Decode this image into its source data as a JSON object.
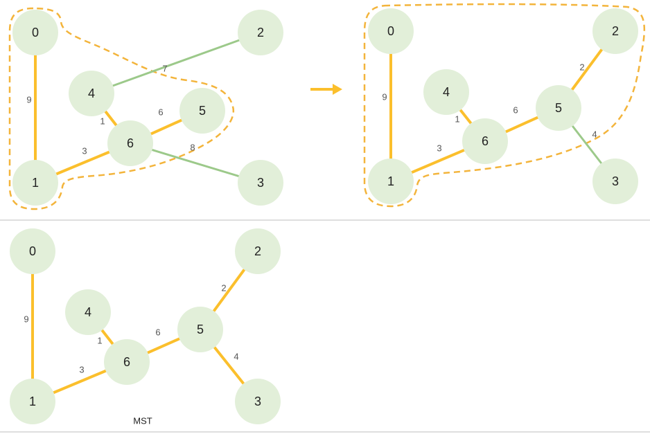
{
  "colors": {
    "node_fill": "#e2efd9",
    "mst_edge": "#fbbf2c",
    "candidate_edge": "#9cc98a",
    "boundary": "#f3b43b",
    "arrow": "#fbbf2c"
  },
  "panels": [
    {
      "id": "step-before",
      "nodes": [
        "0",
        "1",
        "2",
        "3",
        "4",
        "5",
        "6"
      ],
      "edges": [
        {
          "from": "0",
          "to": "1",
          "weight": "9",
          "kind": "mst"
        },
        {
          "from": "1",
          "to": "6",
          "weight": "3",
          "kind": "mst"
        },
        {
          "from": "4",
          "to": "6",
          "weight": "1",
          "kind": "mst"
        },
        {
          "from": "6",
          "to": "5",
          "weight": "6",
          "kind": "mst"
        },
        {
          "from": "4",
          "to": "2",
          "weight": "7",
          "kind": "candidate"
        },
        {
          "from": "6",
          "to": "3",
          "weight": "8",
          "kind": "candidate"
        }
      ],
      "boundary": "dashed",
      "caption": ""
    },
    {
      "id": "step-after",
      "nodes": [
        "0",
        "1",
        "2",
        "3",
        "4",
        "5",
        "6"
      ],
      "edges": [
        {
          "from": "0",
          "to": "1",
          "weight": "9",
          "kind": "mst"
        },
        {
          "from": "1",
          "to": "6",
          "weight": "3",
          "kind": "mst"
        },
        {
          "from": "4",
          "to": "6",
          "weight": "1",
          "kind": "mst"
        },
        {
          "from": "6",
          "to": "5",
          "weight": "6",
          "kind": "mst"
        },
        {
          "from": "5",
          "to": "2",
          "weight": "2",
          "kind": "mst"
        },
        {
          "from": "5",
          "to": "3",
          "weight": "4",
          "kind": "candidate"
        }
      ],
      "boundary": "dashed",
      "caption": ""
    },
    {
      "id": "mst-result",
      "nodes": [
        "0",
        "1",
        "2",
        "3",
        "4",
        "5",
        "6"
      ],
      "edges": [
        {
          "from": "0",
          "to": "1",
          "weight": "9",
          "kind": "mst"
        },
        {
          "from": "1",
          "to": "6",
          "weight": "3",
          "kind": "mst"
        },
        {
          "from": "4",
          "to": "6",
          "weight": "1",
          "kind": "mst"
        },
        {
          "from": "6",
          "to": "5",
          "weight": "6",
          "kind": "mst"
        },
        {
          "from": "5",
          "to": "2",
          "weight": "2",
          "kind": "mst"
        },
        {
          "from": "5",
          "to": "3",
          "weight": "4",
          "kind": "mst"
        }
      ],
      "boundary": "none",
      "caption": "MST"
    }
  ],
  "transition_icon": "arrow-right-icon"
}
